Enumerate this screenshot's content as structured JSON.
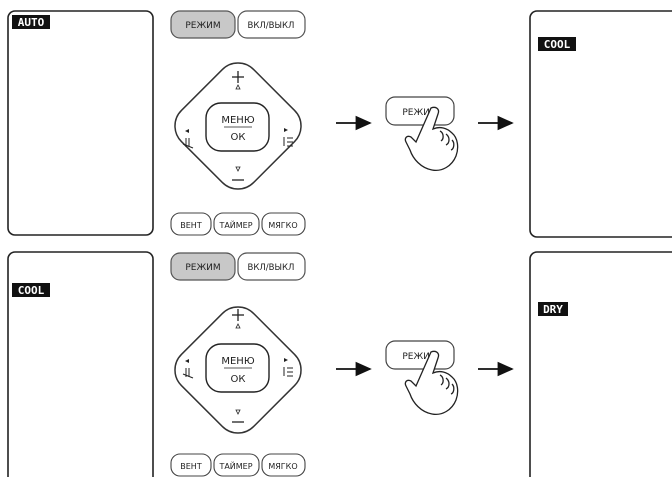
{
  "row1": {
    "left_screen_mode": "AUTO",
    "right_screen_mode": "COOL",
    "buttons": {
      "mode": "РЕЖИМ",
      "power": "ВКЛ/ВЫКЛ",
      "menu_line1": "МЕНЮ",
      "menu_line2": "ОК",
      "fan": "ВЕНТ",
      "timer": "ТАЙМЕР",
      "soft": "МЯГКО"
    },
    "pressed_button": "РЕЖИМ"
  },
  "row2": {
    "left_screen_mode": "COOL",
    "right_screen_mode": "DRY",
    "buttons": {
      "mode": "РЕЖИМ",
      "power": "ВКЛ/ВЫКЛ",
      "menu_line1": "МЕНЮ",
      "menu_line2": "ОК",
      "fan": "ВЕНТ",
      "timer": "ТАЙМЕР",
      "soft": "МЯГКО"
    },
    "pressed_button": "РЕЖИМ"
  },
  "icons": [
    "plus-icon",
    "minus-icon",
    "left-triangle-icon",
    "right-triangle-icon",
    "up-triangle-icon",
    "down-triangle-icon",
    "swing-vertical-icon",
    "swing-horizontal-icon",
    "arrow-right-icon",
    "hand-press-icon"
  ],
  "colors": {
    "mode_button_fill": "#c8c8c8",
    "outline": "#222222",
    "badge_fill": "#111111"
  }
}
